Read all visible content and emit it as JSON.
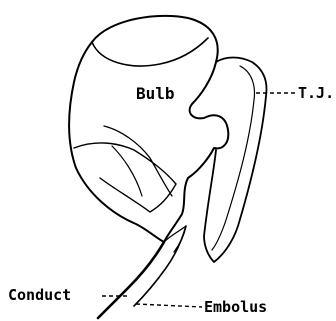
{
  "labels": {
    "bulb": "Bulb",
    "tj": "T.J.",
    "conduct": "Conduct",
    "embolus": "Embolus"
  },
  "colors": {
    "ink": "#000000",
    "paper": "#ffffff"
  }
}
